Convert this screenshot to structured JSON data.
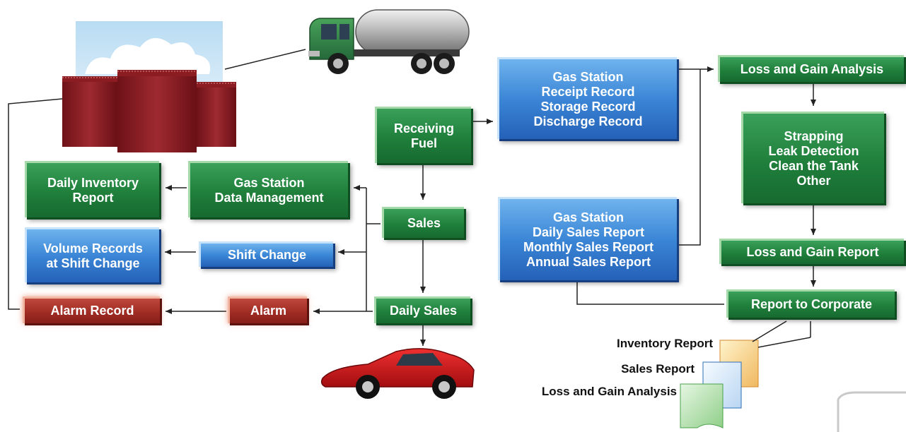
{
  "colors": {
    "green": "#1f7f3b",
    "blue": "#3b86d6",
    "red": "#9d2a22",
    "line": "#222222"
  },
  "nodes": {
    "receiving_fuel": "Receiving\nFuel",
    "gas_station_records": "Gas Station\nReceipt Record\nStorage Record\nDischarge Record",
    "loss_gain_analysis": "Loss and Gain Analysis",
    "tank_tasks": "Strapping\nLeak Detection\nClean the Tank\nOther",
    "sales": "Sales",
    "daily_sales": "Daily Sales",
    "data_management": "Gas Station\nData Management",
    "daily_inventory_report": "Daily Inventory\nReport",
    "shift_change": "Shift Change",
    "volume_records": "Volume Records\nat Shift Change",
    "alarm": "Alarm",
    "alarm_record": "Alarm Record",
    "sales_reports": "Gas Station\nDaily Sales Report\nMonthly Sales Report\nAnnual Sales Report",
    "loss_gain_report": "Loss and Gain Report",
    "report_to_corporate": "Report to Corporate"
  },
  "documents": {
    "inventory_report": "Inventory Report",
    "sales_report": "Sales Report",
    "loss_gain_analysis": "Loss and Gain Analysis"
  },
  "icons": [
    "storage-tanks-icon",
    "fuel-truck-icon",
    "sports-car-icon",
    "document-stack-icon"
  ]
}
